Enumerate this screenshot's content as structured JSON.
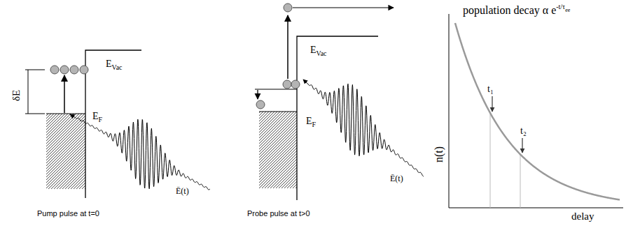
{
  "diagram": {
    "labels": [
      "E",
      "Vac",
      "δE",
      "E",
      "F",
      "Ē(t)",
      "Pump pulse at t=0",
      "E",
      "Vac",
      "E",
      "F",
      "Ē(t)",
      "Probe pulse at t>0",
      "population decay α e",
      "-t/τ",
      "ee",
      "n(t)",
      "t₁",
      "t₂",
      "delay"
    ]
  }
}
